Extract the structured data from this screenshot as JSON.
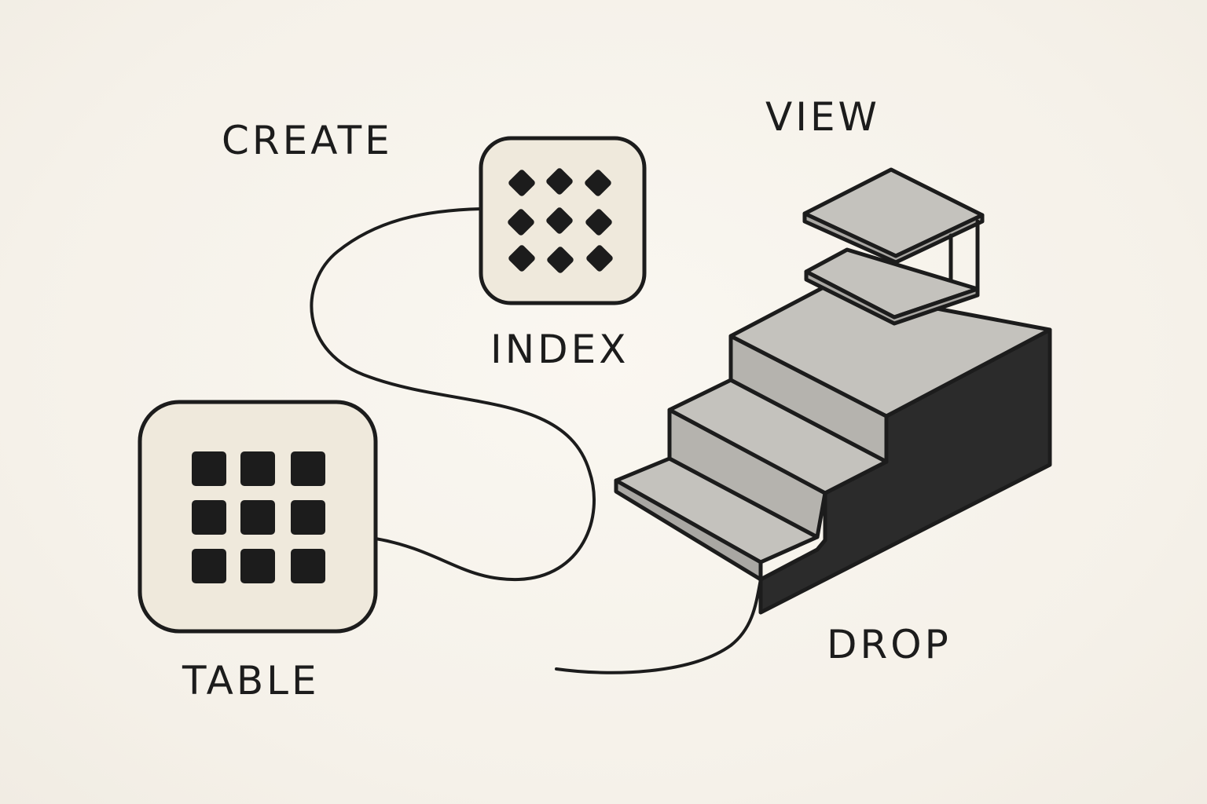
{
  "diagram": {
    "labels": {
      "create": "CREATE",
      "index": "INDEX",
      "view": "VIEW",
      "table": "TABLE",
      "drop": "DROP"
    },
    "icons": {
      "index": "index-diamond-grid-icon",
      "table": "table-square-grid-icon",
      "view": "view-staircase-icon"
    },
    "colors": {
      "background": "#f7f3ec",
      "ink": "#1c1c1c",
      "tile_fill": "#efe9dc",
      "step_top": "#c4c2bd",
      "step_riser": "#a9a7a3",
      "step_dark": "#2b2b2b"
    }
  }
}
